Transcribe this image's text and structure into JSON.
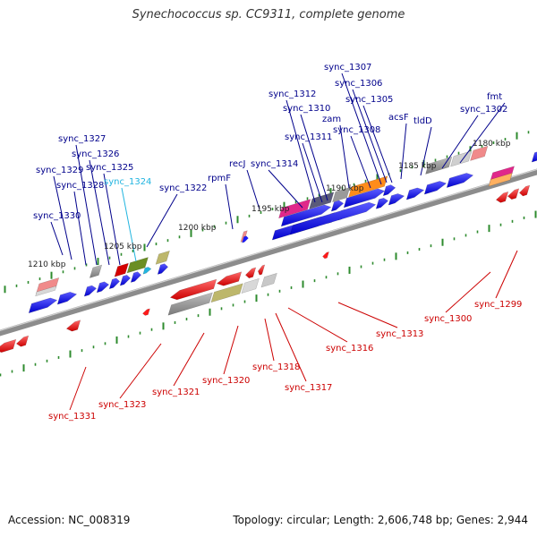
{
  "title": "Synechococcus sp. CC9311, complete genome",
  "footer": {
    "accession": "Accession: NC_008319",
    "summary": "Topology: circular; Length: 2,606,748 bp; Genes: 2,944"
  },
  "colors": {
    "forward": "#1a1aff",
    "reverse": "#ff1a1a",
    "backbone": "#808080",
    "tick": "#2e8b2e",
    "label_forward": "#00008b",
    "label_reverse": "#cc0000",
    "label_highlight": "#22b5e0"
  },
  "kbp_ticks": [
    "1180 kbp",
    "1185 kbp",
    "1190 kbp",
    "1195 kbp",
    "1200 kbp",
    "1205 kbp",
    "1210 kbp"
  ],
  "forward_genes": [
    "sync_1330",
    "sync_1329",
    "sync_1328",
    "sync_1327",
    "sync_1326",
    "sync_1325",
    "sync_1324",
    "sync_1322",
    "rpmF",
    "recJ",
    "sync_1314",
    "sync_1312",
    "sync_1311",
    "sync_1310",
    "zam",
    "sync_1308",
    "sync_1307",
    "sync_1306",
    "sync_1305",
    "acsF",
    "tldD",
    "sync_1302",
    "fmt"
  ],
  "reverse_genes": [
    "sync_1331",
    "sync_1323",
    "sync_1321",
    "sync_1320",
    "sync_1318",
    "sync_1317",
    "sync_1316",
    "sync_1313",
    "sync_1300",
    "sync_1299"
  ]
}
